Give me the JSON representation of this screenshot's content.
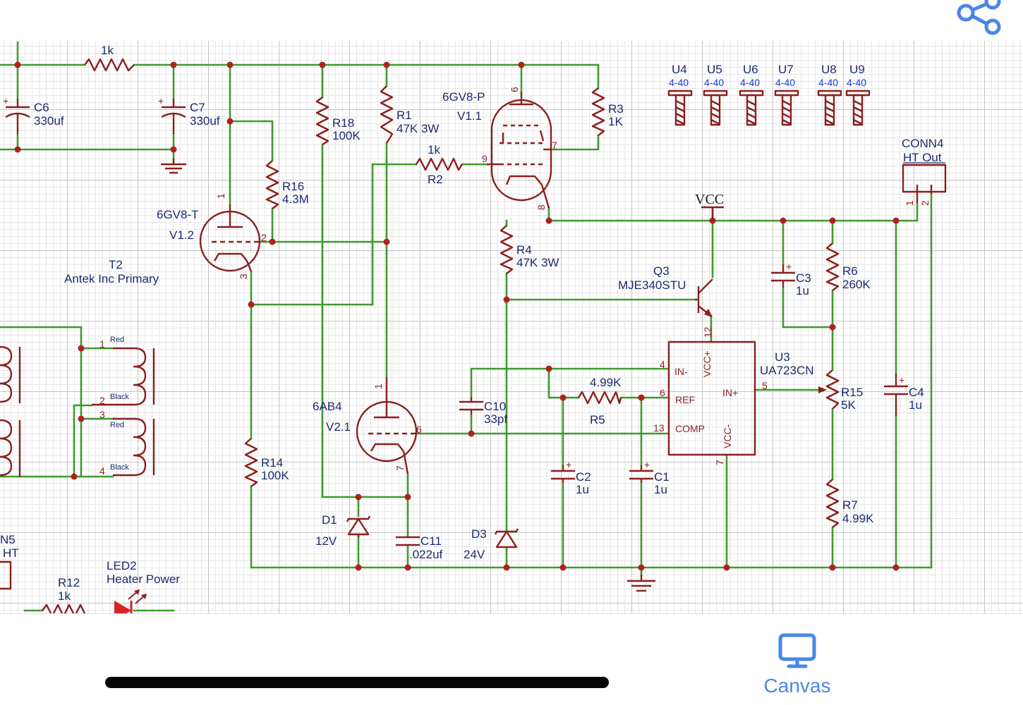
{
  "icons": {
    "share": "share-icon",
    "canvas": "monitor-icon",
    "accent": "#4a86e8"
  },
  "tabbar": {
    "canvas_label": "Canvas"
  },
  "colors": {
    "wire": "#3f9a2e",
    "component": "#8b1f1f",
    "text": "#1c2a70",
    "grid": "#c4c4c4"
  },
  "schematic": {
    "c6": {
      "ref": "C6",
      "value": "330uf"
    },
    "c7": {
      "ref": "C7",
      "value": "330uf"
    },
    "r_top": {
      "value": "1k"
    },
    "r18": {
      "ref": "R18",
      "value": "100K"
    },
    "r1": {
      "ref": "R1",
      "value": "47K 3W"
    },
    "v11": {
      "type": "6GV8-P",
      "ref": "V1.1",
      "pin6": "6",
      "pin7": "7",
      "pin8": "8",
      "pin9": "9"
    },
    "r3": {
      "ref": "R3",
      "value": "1K"
    },
    "r2": {
      "ref": "R2",
      "value": "1k"
    },
    "r16": {
      "ref": "R16",
      "value": "4.3M"
    },
    "v12": {
      "type": "6GV8-T",
      "ref": "V1.2",
      "pin1": "1",
      "pin2": "2",
      "pin3": "3"
    },
    "t2": {
      "ref": "T2",
      "value": "Antek Inc Primary",
      "pin1": "1",
      "pin2": "2",
      "pin3": "3",
      "pin4": "4",
      "c1": "Red",
      "c2": "Black",
      "c3": "Red",
      "c4": "Black"
    },
    "r4": {
      "ref": "R4",
      "value": "47K 3W"
    },
    "vcc": {
      "label": "VCC"
    },
    "q3": {
      "ref": "Q3",
      "value": "MJE340STU"
    },
    "u_hw": [
      {
        "ref": "U4",
        "value": "4-40"
      },
      {
        "ref": "U5",
        "value": "4-40"
      },
      {
        "ref": "U6",
        "value": "4-40"
      },
      {
        "ref": "U7",
        "value": "4-40"
      },
      {
        "ref": "U8",
        "value": "4-40"
      },
      {
        "ref": "U9",
        "value": "4-40"
      }
    ],
    "conn4": {
      "ref": "CONN4",
      "value": "HT Out",
      "pin1": "1",
      "pin2": "2"
    },
    "c3": {
      "ref": "C3",
      "value": "1u"
    },
    "r6": {
      "ref": "R6",
      "value": "260K"
    },
    "u3": {
      "ref": "U3",
      "value": "UA723CN",
      "in_minus": "IN-",
      "ref_pin": "REF",
      "comp": "COMP",
      "in_plus": "IN+",
      "vcc_plus": "VCC+",
      "vcc_minus": "VCC-",
      "p4": "4",
      "p6": "6",
      "p13": "13",
      "p5": "5",
      "p12": "12",
      "p7": "7"
    },
    "r15": {
      "ref": "R15",
      "value": "5K"
    },
    "c4": {
      "ref": "C4",
      "value": "1u"
    },
    "r7": {
      "ref": "R7",
      "value": "4.99K"
    },
    "r5": {
      "ref": "R5",
      "value": "4.99K"
    },
    "c10": {
      "ref": "C10",
      "value": "33pf"
    },
    "v21": {
      "type": "6AB4",
      "ref": "V2.1",
      "pin1": "1",
      "pin6": "6",
      "pin7": "7"
    },
    "r14": {
      "ref": "R14",
      "value": "100K"
    },
    "c2": {
      "ref": "C2",
      "value": "1u"
    },
    "c1": {
      "ref": "C1",
      "value": "1u"
    },
    "d1": {
      "ref": "D1",
      "value": "12V"
    },
    "c11": {
      "ref": "C11",
      "value": ".022uf"
    },
    "d3": {
      "ref": "D3",
      "value": "24V"
    },
    "conn5_partial": {
      "ref": "N5",
      "value": "HT"
    },
    "r12": {
      "ref": "R12",
      "value": "1k"
    },
    "led2": {
      "ref": "LED2",
      "value": "Heater Power"
    }
  }
}
